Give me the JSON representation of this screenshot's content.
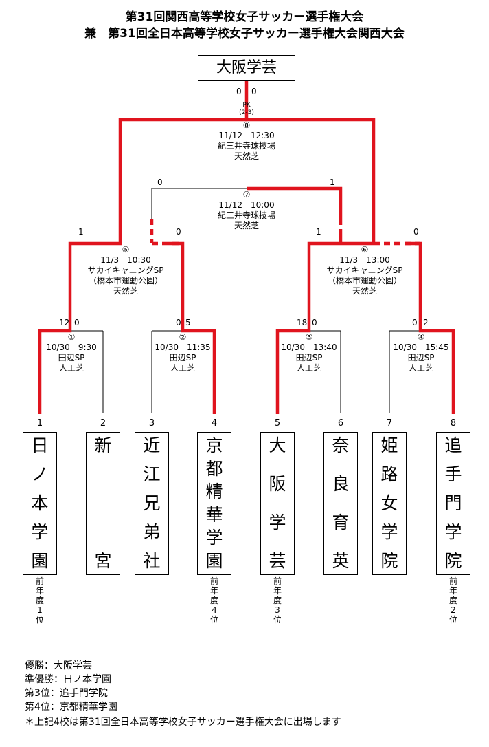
{
  "title": {
    "line1": "第31回関西高等学校女子サッカー選手権大会",
    "line2": "兼　第31回全日本高等学校女子サッカー選手権大会関西大会"
  },
  "champion": "大阪学芸",
  "final": {
    "score_left": "0",
    "score_right": "0",
    "pk_label": "PK",
    "pk_score": "(2-3)",
    "no": "⑧",
    "datetime": "11/12　12:30",
    "venue": "紀三井寺球技場",
    "surface": "天然芝"
  },
  "m7": {
    "no": "⑦",
    "datetime": "11/12　10:00",
    "venue": "紀三井寺球技場",
    "surface": "天然芝",
    "score_left": "0",
    "score_right": "1"
  },
  "m5": {
    "no": "⑤",
    "datetime": "11/3　10:30",
    "venue": "サカイキャニングSP",
    "venue2": "（橋本市運動公園）",
    "surface": "天然芝",
    "score_left": "1",
    "score_right": "0"
  },
  "m6": {
    "no": "⑥",
    "datetime": "11/3　13:00",
    "venue": "サカイキャニングSP",
    "venue2": "（橋本市運動公園）",
    "surface": "天然芝",
    "score_left": "1",
    "score_right": "0"
  },
  "m1": {
    "no": "①",
    "datetime": "10/30　9:30",
    "venue": "田辺SP",
    "surface": "人工芝",
    "score_left": "12",
    "score_right": "0"
  },
  "m2": {
    "no": "②",
    "datetime": "10/30　11:35",
    "venue": "田辺SP",
    "surface": "人工芝",
    "score_left": "0",
    "score_right": "5"
  },
  "m3": {
    "no": "③",
    "datetime": "10/30　13:40",
    "venue": "田辺SP",
    "surface": "人工芝",
    "score_left": "18",
    "score_right": "0"
  },
  "m4": {
    "no": "④",
    "datetime": "10/30　15:45",
    "venue": "田辺SP",
    "surface": "人工芝",
    "score_left": "0",
    "score_right": "2"
  },
  "teams": [
    {
      "num": "1",
      "chars": [
        "日",
        "ノ",
        "本",
        "学",
        "園"
      ],
      "prev": [
        "前",
        "年",
        "度",
        "1",
        "位"
      ]
    },
    {
      "num": "2",
      "chars": [
        "新",
        "",
        "",
        "",
        "宮"
      ],
      "prev": []
    },
    {
      "num": "3",
      "chars": [
        "近",
        "江",
        "兄",
        "弟",
        "社"
      ],
      "prev": []
    },
    {
      "num": "4",
      "chars": [
        "京",
        "都",
        "精",
        "華",
        "学",
        "園"
      ],
      "prev": [
        "前",
        "年",
        "度",
        "4",
        "位"
      ]
    },
    {
      "num": "5",
      "chars": [
        "大",
        "阪",
        "学",
        "芸"
      ],
      "prev": [
        "前",
        "年",
        "度",
        "3",
        "位"
      ]
    },
    {
      "num": "6",
      "chars": [
        "奈",
        "良",
        "育",
        "英"
      ],
      "prev": []
    },
    {
      "num": "7",
      "chars": [
        "姫",
        "路",
        "女",
        "学",
        "院"
      ],
      "prev": []
    },
    {
      "num": "8",
      "chars": [
        "追",
        "手",
        "門",
        "学",
        "院"
      ],
      "prev": [
        "前",
        "年",
        "度",
        "2",
        "位"
      ]
    }
  ],
  "results": {
    "line1": "優勝：大阪学芸",
    "line2": "準優勝：日ノ本学園",
    "line3": "第3位：追手門学院",
    "line4": "第4位：京都精華学園",
    "note": "＊上記4校は第31回全日本高等学校女子サッカー選手権大会に出場します"
  },
  "colors": {
    "winner_line": "#e0141e",
    "line": "#000000"
  }
}
